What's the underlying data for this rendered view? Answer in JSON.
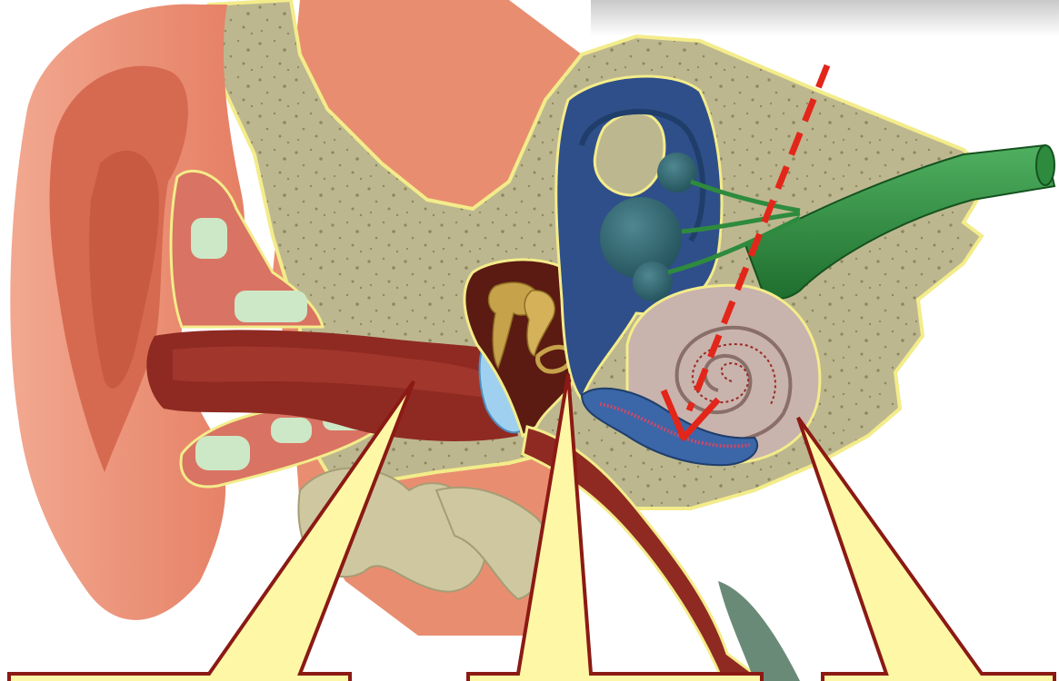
{
  "diagram": {
    "subject": "ear-cross-section",
    "structures": [
      {
        "name": "pinna",
        "color": "#e9836a"
      },
      {
        "name": "temporal-bone",
        "color": "#b9b38a"
      },
      {
        "name": "ear-canal",
        "color": "#8f2a22"
      },
      {
        "name": "eardrum",
        "color": "#9fd0ef"
      },
      {
        "name": "ossicles",
        "color": "#c6a24a"
      },
      {
        "name": "vestibule",
        "color": "#2f4f8a"
      },
      {
        "name": "cochlea",
        "color": "#c9b3ad"
      },
      {
        "name": "auditory-nerve",
        "color": "#2e8b3e"
      },
      {
        "name": "eustachian-tube",
        "color": "#8f2a22"
      }
    ],
    "arrow": {
      "style": "dashed",
      "color": "#e3261a"
    },
    "callouts": [
      {
        "id": "outer-ear",
        "text": ""
      },
      {
        "id": "middle-ear",
        "text": ""
      },
      {
        "id": "inner-ear",
        "text": ""
      }
    ],
    "callout_fill": "#fdf7a6",
    "callout_stroke": "#8b1a14"
  }
}
